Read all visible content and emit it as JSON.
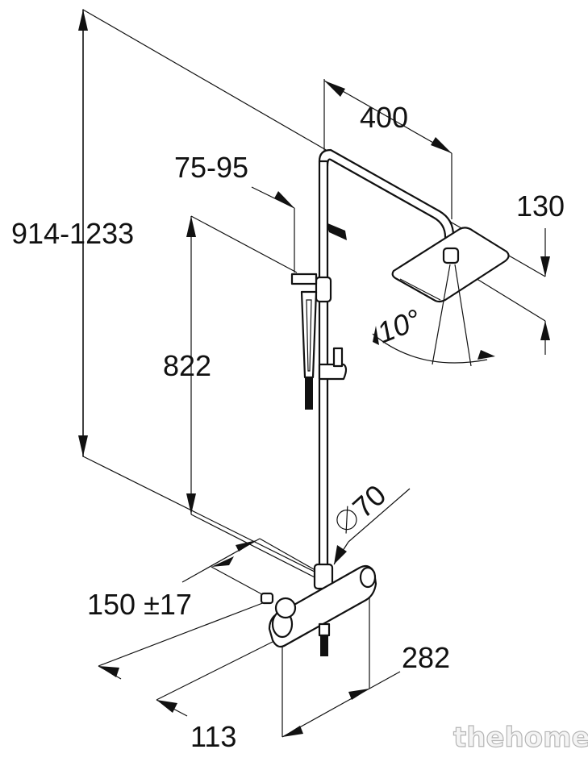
{
  "dimensions": {
    "total_height": "914-1233",
    "arm_length": "400",
    "head_depth": "130",
    "holder_range": "75-95",
    "rail_height": "822",
    "tilt_angle": "10°",
    "pipe_diameter": "70",
    "inlet_spacing": "150 ±17",
    "thermostat_width": "282",
    "wall_offset": "113"
  },
  "watermark": "thehome",
  "colors": {
    "ink": "#111111",
    "background": "#ffffff"
  }
}
